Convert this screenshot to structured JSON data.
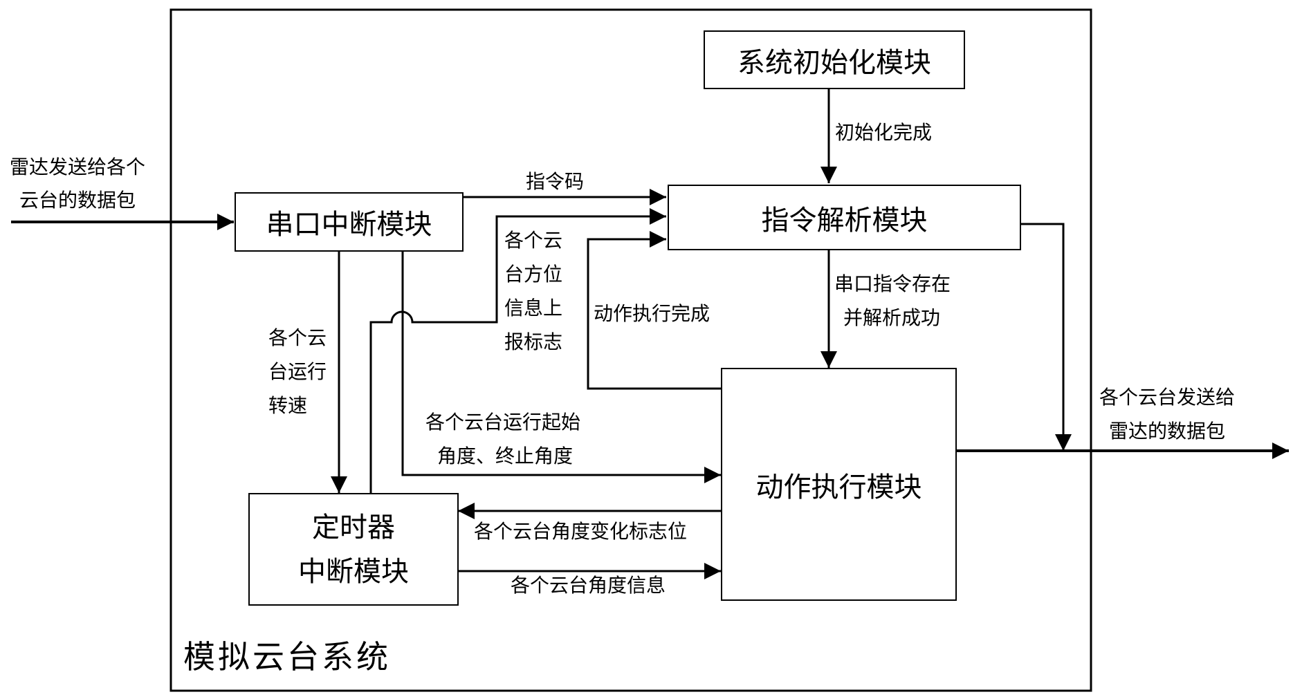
{
  "diagram": {
    "system_label": "模拟云台系统",
    "modules": {
      "init": "系统初始化模块",
      "parse": "指令解析模块",
      "serial": "串口中断模块",
      "action": "动作执行模块",
      "timer_line1": "定时器",
      "timer_line2": "中断模块"
    },
    "edges": {
      "input_line1": "雷达发送给各个",
      "input_line2": "云台的数据包",
      "init_done": "初始化完成",
      "command_code": "指令码",
      "report_flag": "各个云\n台方位\n信息上\n报标志",
      "action_done": "动作执行完成",
      "cmd_exists_line1": "串口指令存在",
      "cmd_exists_line2": "并解析成功",
      "run_speed": "各个云\n台运行\n转速",
      "start_end_line1": "各个云台运行起始",
      "start_end_line2": "角度、终止角度",
      "angle_change_flag": "各个云台角度变化标志位",
      "angle_info": "各个云台角度信息",
      "output_line1": "各个云台发送给",
      "output_line2": "雷达的数据包"
    }
  }
}
